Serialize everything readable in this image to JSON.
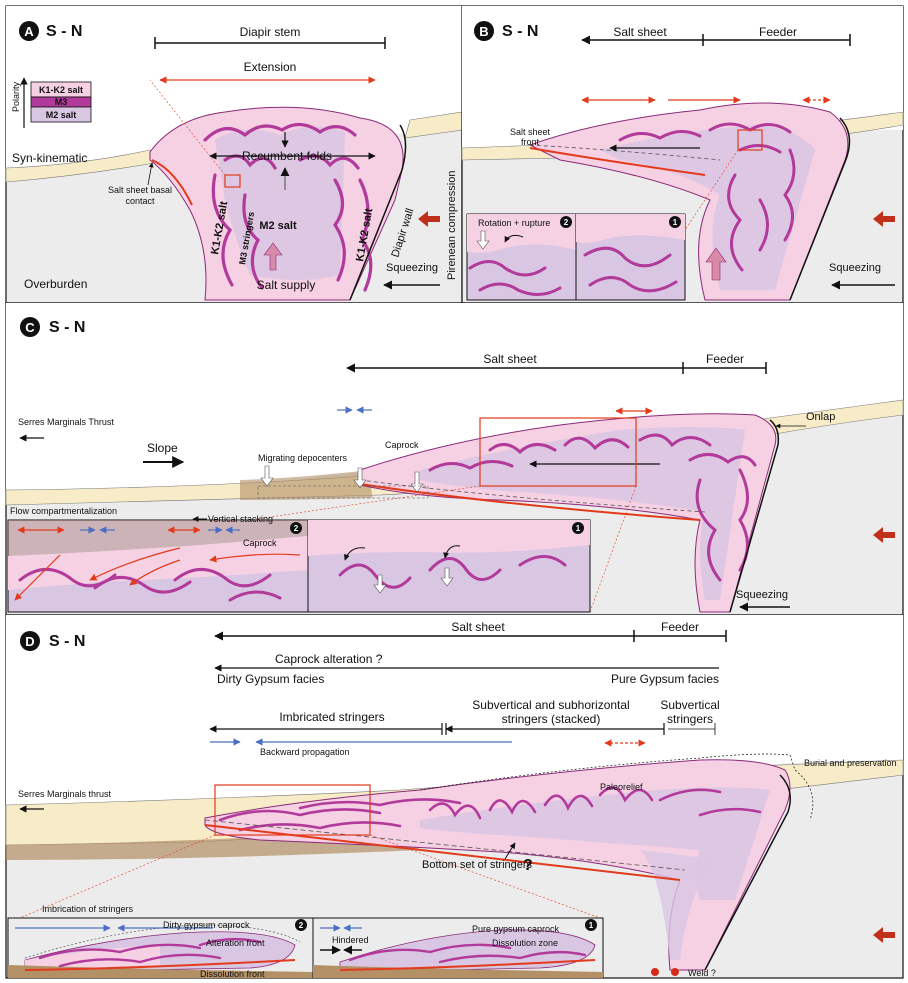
{
  "panels": {
    "a": {
      "letter": "A",
      "direction": "S - N",
      "diapir_stem": "Diapir stem",
      "extension": "Extension",
      "polarity": "Polarity",
      "legend": [
        "K1-K2 salt",
        "M3",
        "M2 salt"
      ],
      "syn_kinematic": "Syn-kinematic",
      "basal_contact": [
        "Salt sheet basal",
        "contact"
      ],
      "recumbent_folds": "Recumbent folds",
      "k1k2_left": "K1-K2 salt",
      "m3_stringers": "M3 stringers",
      "m2_salt": "M2 salt",
      "k1k2_right": "K1-K2 salt",
      "diapir_wall": "Diapir wall",
      "overburden": "Overburden",
      "salt_supply": "Salt supply",
      "squeezing": "Squeezing",
      "pirenean": "Pirenean compression"
    },
    "b": {
      "letter": "B",
      "direction": "S - N",
      "salt_sheet": "Salt sheet",
      "feeder": "Feeder",
      "sheet_front": [
        "Salt sheet",
        "front"
      ],
      "rotation": "Rotation + rupture",
      "inset_num_2": "2",
      "inset_num_1": "1",
      "squeezing": "Squeezing"
    },
    "c": {
      "letter": "C",
      "direction": "S - N",
      "salt_sheet": "Salt sheet",
      "feeder": "Feeder",
      "serres": "Serres Marginals Thrust",
      "slope": "Slope",
      "onlap": "Onlap",
      "migrating": "Migrating depocenters",
      "caprock": "Caprock",
      "flow_comp": "Flow compartmentalization",
      "vertical_stacking": "Vertical stacking",
      "caprock_inset": "Caprock",
      "inset_num_2": "2",
      "inset_num_1": "1",
      "squeezing": "Squeezing"
    },
    "d": {
      "letter": "D",
      "direction": "S - N",
      "salt_sheet": "Salt sheet",
      "feeder": "Feeder",
      "caprock_alt": "Caprock alteration ?",
      "dirty": "Dirty Gypsum facies",
      "pure": "Pure Gypsum facies",
      "imbricated": "Imbricated stringers",
      "subvert_sub": [
        "Subvertical and subhorizontal",
        "stringers (stacked)"
      ],
      "subvert": [
        "Subvertical",
        "stringers"
      ],
      "backward": "Backward propagation",
      "burial": "Burial and preservation",
      "paleorelief": "Paleorelief",
      "serres": "Serres Marginals thrust",
      "bottom_set": "Bottom set of stringers",
      "question": "?",
      "imbrication": "Imbrication of stringers",
      "dirty_caprock": "Dirty gypsum caprock",
      "alteration_front": "Alteration front",
      "dissolution_front": "Dissolution front",
      "hindered": "Hindered",
      "pure_caprock": "Pure gypsum caprock",
      "dissolution_zone": "Dissolution zone",
      "weld": "Weld ?",
      "inset_num_2": "2",
      "inset_num_1": "1"
    }
  },
  "colors": {
    "pink": "#f6d0e3",
    "lavender": "#d9c6e3",
    "magenta": "#b23a9a",
    "beige": "#f8ecc8",
    "brown": "#b39066",
    "gray": "#ececec",
    "red": "#e23a1a",
    "blue": "#4a6fc4",
    "dark_red": "#c0301a"
  }
}
